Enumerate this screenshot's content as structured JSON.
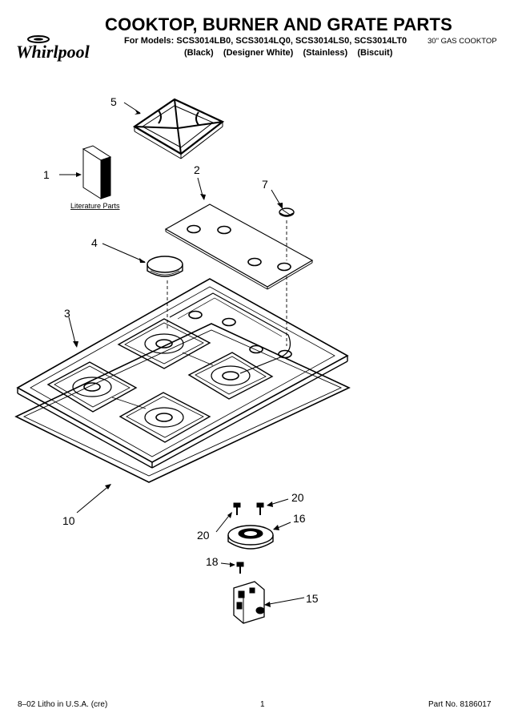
{
  "header": {
    "brand": "Whirlpool",
    "title": "COOKTOP, BURNER AND GRATE PARTS",
    "models": "For Models: SCS3014LB0, SCS3014LQ0, SCS3014LS0, SCS3014LT0",
    "colors": "(Black)    (Designer White)    (Stainless)    (Biscuit)",
    "category": "30\" GAS COOKTOP"
  },
  "callouts": {
    "c1": "1",
    "c2": "2",
    "c3": "3",
    "c4": "4",
    "c5": "5",
    "c7": "7",
    "c10": "10",
    "c15": "15",
    "c16": "16",
    "c18": "18",
    "c20a": "20",
    "c20b": "20"
  },
  "literature_label": "Literature Parts",
  "footer": {
    "litho": "8–02 Litho in U.S.A. (cre)",
    "page": "1",
    "part_no": "Part No. 8186017"
  }
}
